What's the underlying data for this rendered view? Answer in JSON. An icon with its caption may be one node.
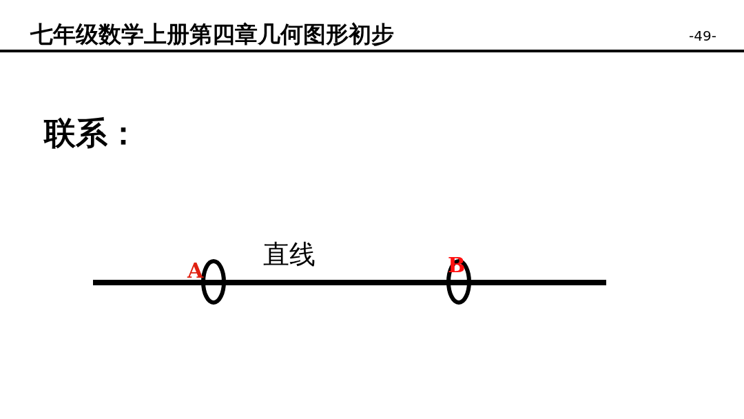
{
  "diagram": {
    "title": "七年级数学上册第四章几何图形初步",
    "labels": [
      "-49-",
      "联系：",
      "直线",
      "A",
      "B"
    ]
  }
}
